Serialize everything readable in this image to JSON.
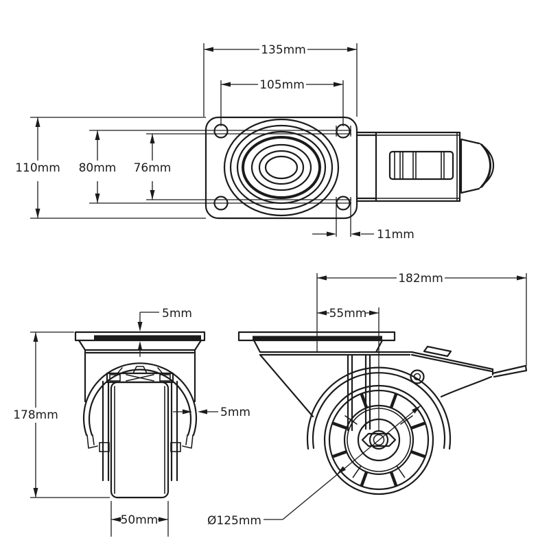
{
  "drawing": {
    "type": "technical-drawing",
    "subject": "swivel caster wheel with brake, three orthographic views",
    "colors": {
      "line": "#1b1b1b",
      "background": "#ffffff"
    },
    "labels": {
      "top": {
        "plate_width": "135mm",
        "bolt_spacing_x": "105mm",
        "plate_height": "110mm",
        "bolt_spacing_y": "80mm",
        "inner_spacing": "76mm",
        "bolt_hole_dia": "11mm"
      },
      "front": {
        "plate_thickness": "5mm",
        "guard_thickness": "5mm",
        "total_height": "178mm",
        "wheel_width": "50mm"
      },
      "side": {
        "total_length": "182mm",
        "swivel_offset": "55mm",
        "wheel_diameter": "Ø125mm"
      }
    }
  }
}
